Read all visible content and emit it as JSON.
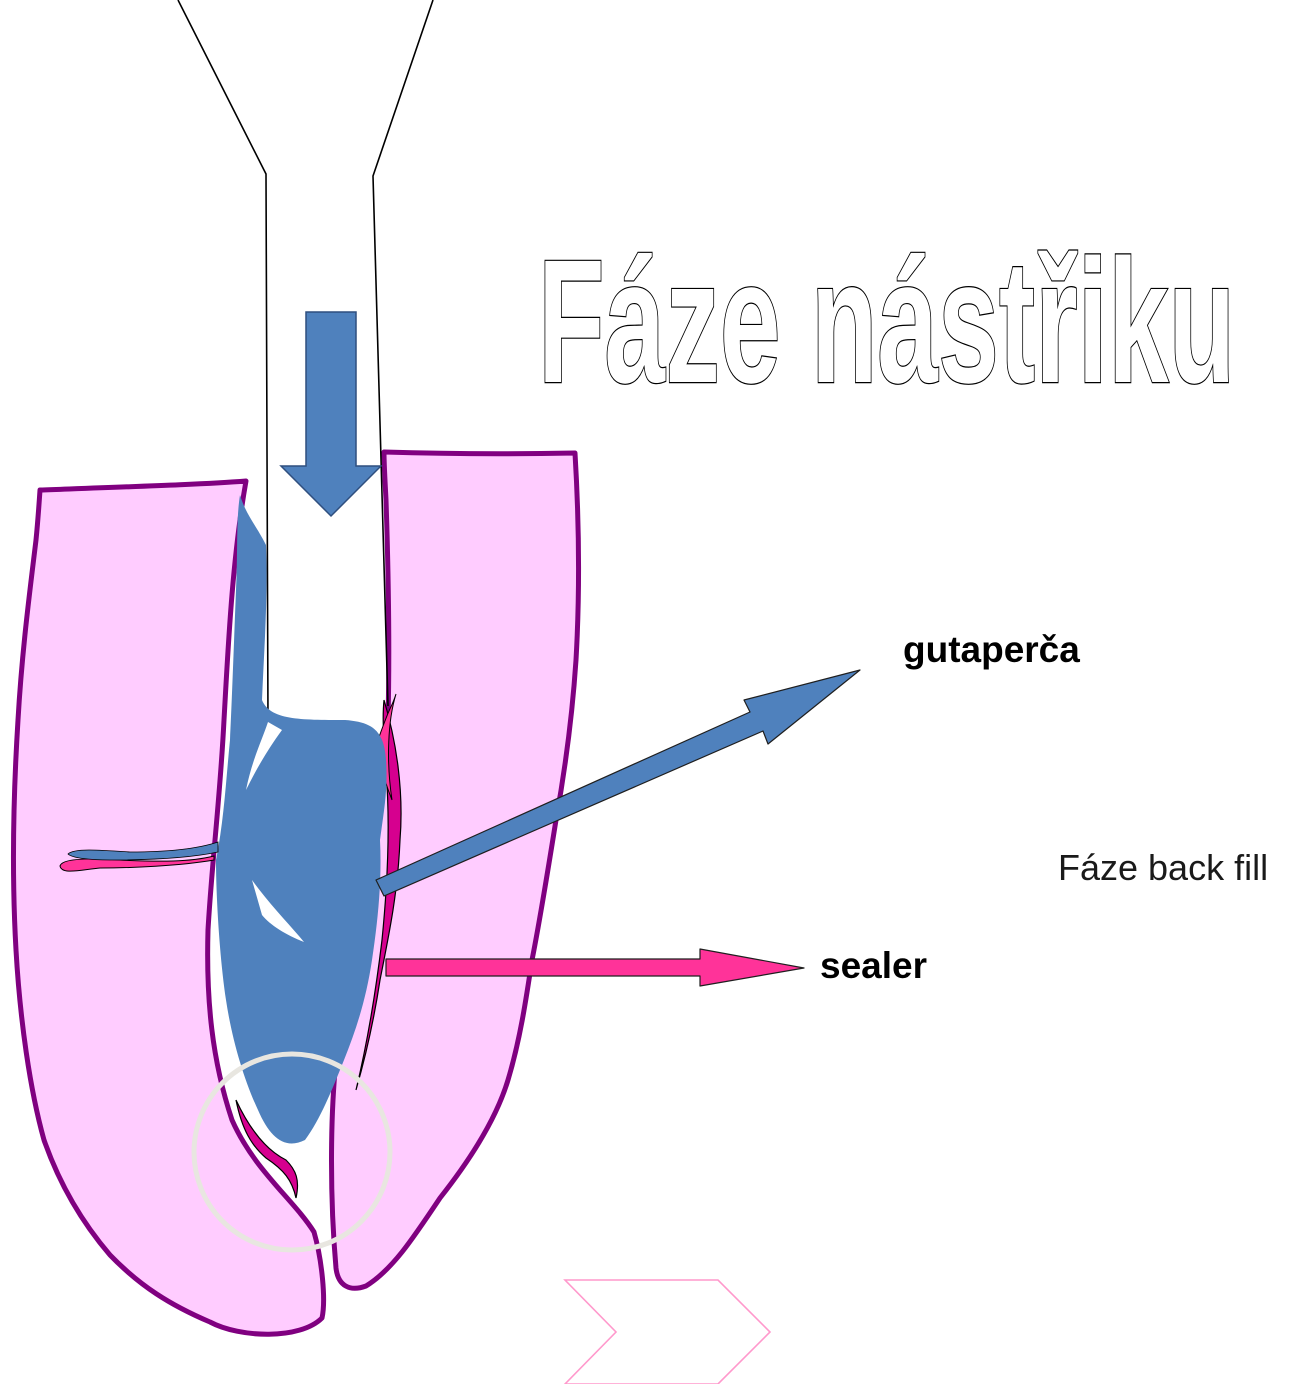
{
  "diagram": {
    "title": "Fáze nástřiku",
    "labels": {
      "gutta_percha": "gutaperča",
      "sealer": "sealer",
      "phase_note": "Fáze back fill"
    },
    "colors": {
      "tooth_fill": "#FFCCFF",
      "tooth_outline": "#800080",
      "gutta_percha": "#4F81BD",
      "sealer": "#FF3399",
      "sealer_dark": "#D6008F",
      "apex_circle": "#E8E6E0",
      "next_arrow": "#FF99CC"
    },
    "icons": {
      "injection_arrow": "down-arrow-icon",
      "next_slide": "chevron-right-icon"
    }
  }
}
